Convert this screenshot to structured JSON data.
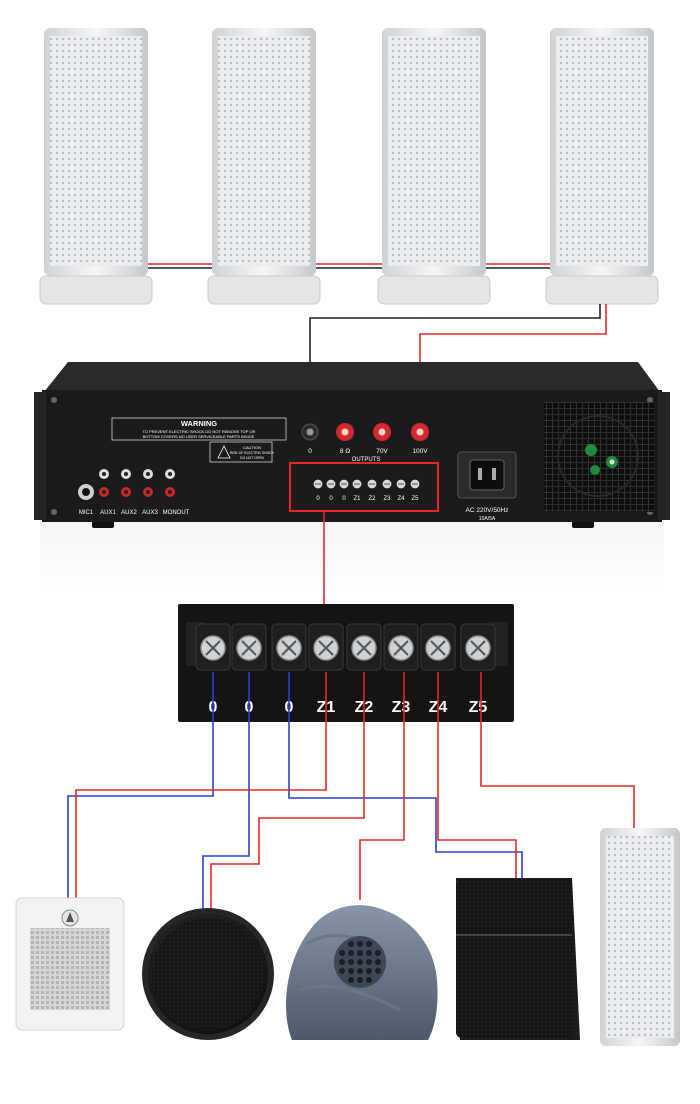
{
  "amplifier": {
    "warning_title": "WARNING",
    "warning_line1": "TO PREVENT ELECTRIC SHOCK DO NOT REMOVE TOP OR",
    "warning_line2": "BOTTOM COVERS.NO USER SERVICEABLE PARTS INSIDE.",
    "caution_label": "CAUTION",
    "caution_line1": "RISK OF ELECTRIC SHOCK",
    "caution_line2": "DO NOT OPEN",
    "input_labels": [
      "MIC1",
      "AUX1",
      "AUX2",
      "AUX3",
      "MONOUT"
    ],
    "speaker_terminal_labels": [
      "0",
      "8 Ω",
      "70V",
      "100V"
    ],
    "outputs_title": "OUTPUTS",
    "output_labels": [
      "0",
      "0",
      "0",
      "Z1",
      "Z2",
      "Z3",
      "Z4",
      "Z5"
    ],
    "power_label": "AC 220V/50Hz",
    "power_sub": "10A/5A"
  },
  "terminal_block": {
    "labels": [
      "0",
      "0",
      "0",
      "Z1",
      "Z2",
      "Z3",
      "Z4",
      "Z5"
    ]
  },
  "colors": {
    "positive_wire": "#e8262a",
    "common_wire": "#2b3fd4",
    "amp_chassis": "#1b1b1d",
    "highlight_box": "#e8262a"
  },
  "icons": {
    "column_speaker": "column-speaker-icon",
    "wall_speaker": "wall-speaker-icon",
    "ceiling_speaker": "ceiling-speaker-icon",
    "rock_speaker": "rock-speaker-icon",
    "box_speaker": "box-speaker-icon"
  }
}
